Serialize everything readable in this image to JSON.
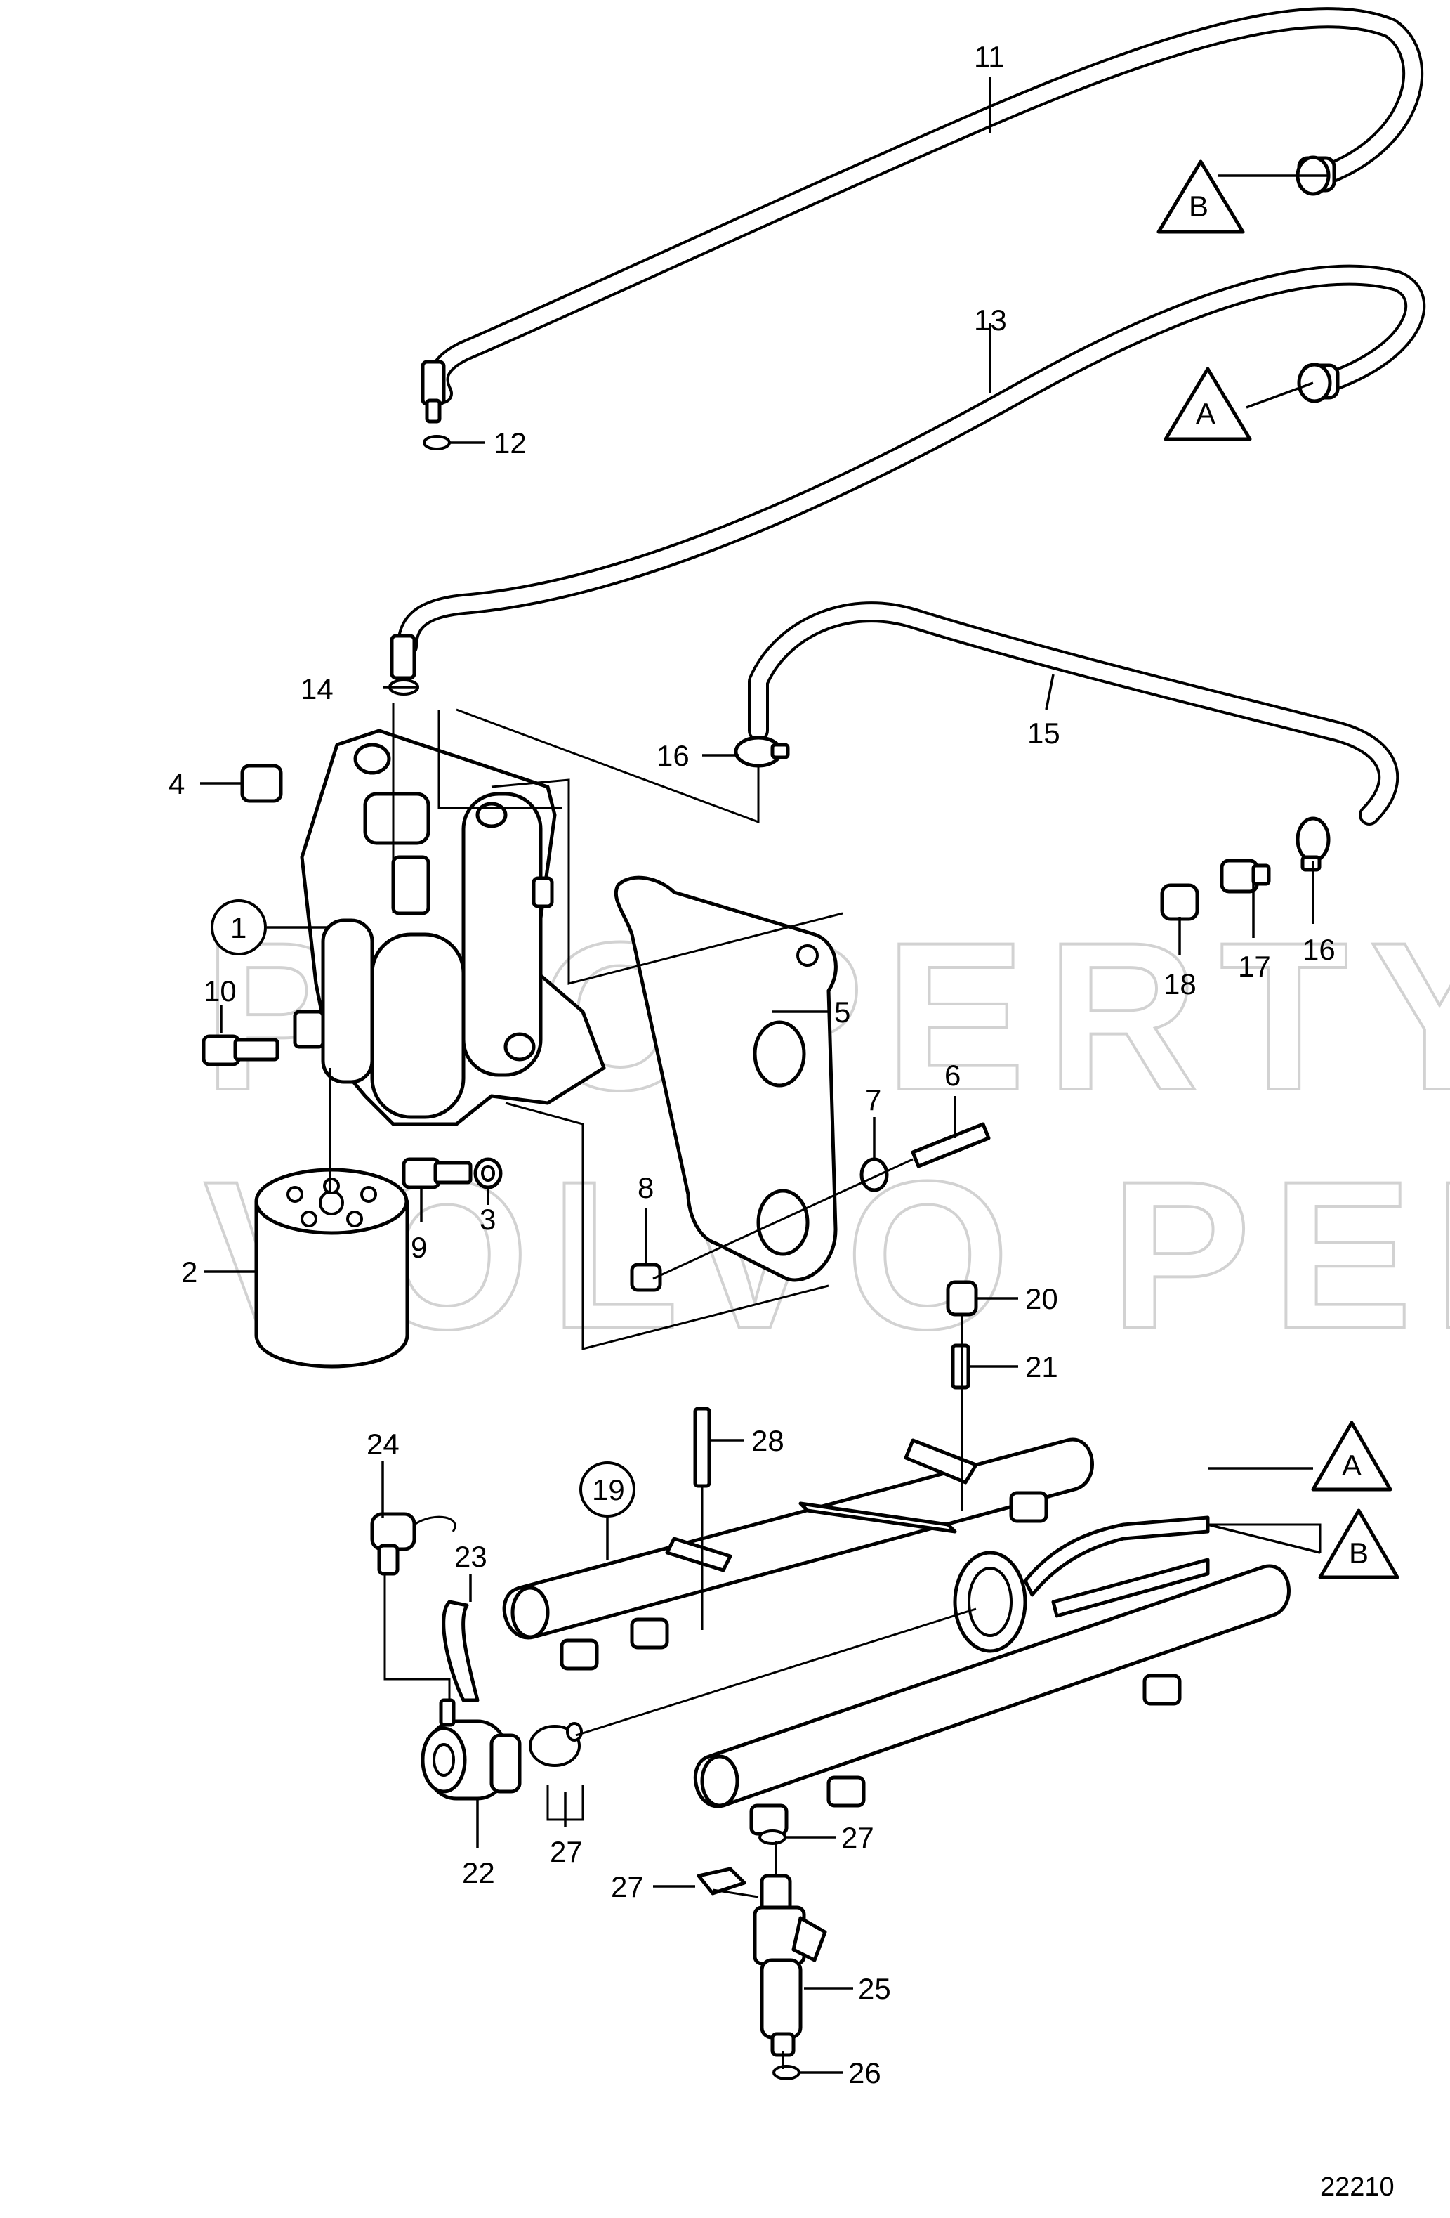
{
  "watermark": {
    "line1": "PROPERTY OF",
    "line2": "VOLVO PENTA"
  },
  "figure_number": "22210",
  "callouts": {
    "c1": "1",
    "c2": "2",
    "c3": "3",
    "c4": "4",
    "c5": "5",
    "c6": "6",
    "c7": "7",
    "c8": "8",
    "c9": "9",
    "c10": "10",
    "c11": "11",
    "c12": "12",
    "c13": "13",
    "c14": "14",
    "c15": "15",
    "c16a": "16",
    "c16b": "16",
    "c17": "17",
    "c18": "18",
    "c19": "19",
    "c20": "20",
    "c21": "21",
    "c22": "22",
    "c23": "23",
    "c24": "24",
    "c25": "25",
    "c26": "26",
    "c27a": "27",
    "c27b": "27",
    "c27c": "27",
    "c28": "28"
  },
  "connection_markers": {
    "top_b": "B",
    "top_a": "A",
    "rail_a": "A",
    "rail_b": "B"
  }
}
